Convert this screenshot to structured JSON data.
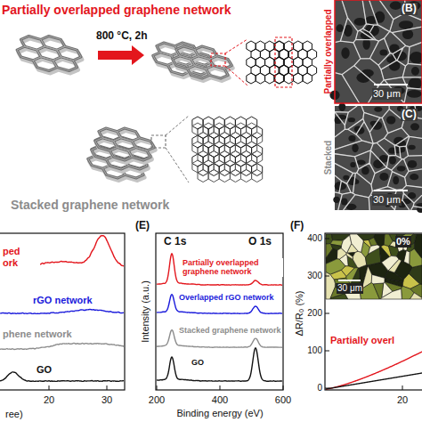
{
  "diagram": {
    "labels": [
      "Partially overlapped graphene network",
      "800 °C, 2h",
      "(B)",
      "Partially overlapped",
      "30 μm",
      "(C)",
      "Stacked",
      "30 μm",
      "Stacked graphene network",
      "ped",
      "ork",
      "rGO network",
      "phene network",
      "GO",
      "20",
      "30",
      "ree)",
      "(E)",
      "Intensity (a.u.)",
      "C 1s",
      "O 1s",
      "Partially overlapped graphene network",
      "Overlapped rGO network",
      "Stacked graphene network",
      "GO",
      "200",
      "400",
      "600",
      "Binding energy (eV)",
      "(F)",
      "ΔR/R₀ (%)",
      "400",
      "300",
      "200",
      "100",
      "0",
      "0%",
      "30 μm",
      "Partially overl",
      "20"
    ]
  }
}
